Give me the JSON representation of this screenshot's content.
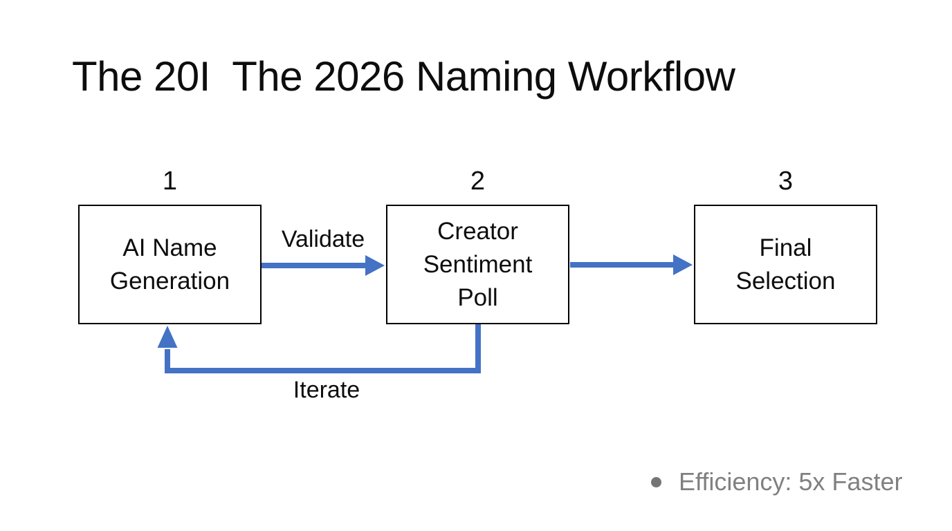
{
  "title": "The 20I  The 2026 Naming Workflow",
  "diagram": {
    "arrow_color": "#4472C4",
    "box_border_color": "#000000",
    "steps": [
      {
        "number": "1",
        "label": "AI Name\nGeneration"
      },
      {
        "number": "2",
        "label": "Creator\nSentiment\nPoll"
      },
      {
        "number": "3",
        "label": "Final\nSelection"
      }
    ],
    "edges": [
      {
        "from": "AI Name Generation",
        "to": "Creator Sentiment Poll",
        "label": "Validate"
      },
      {
        "from": "Creator Sentiment Poll",
        "to": "Final Selection",
        "label": ""
      },
      {
        "from": "Creator Sentiment Poll",
        "to": "AI Name Generation",
        "label": "Iterate",
        "type": "feedback-loop"
      }
    ]
  },
  "footer": {
    "bullet_label": "Efficiency: 5x Faster",
    "text_color": "#808080"
  }
}
